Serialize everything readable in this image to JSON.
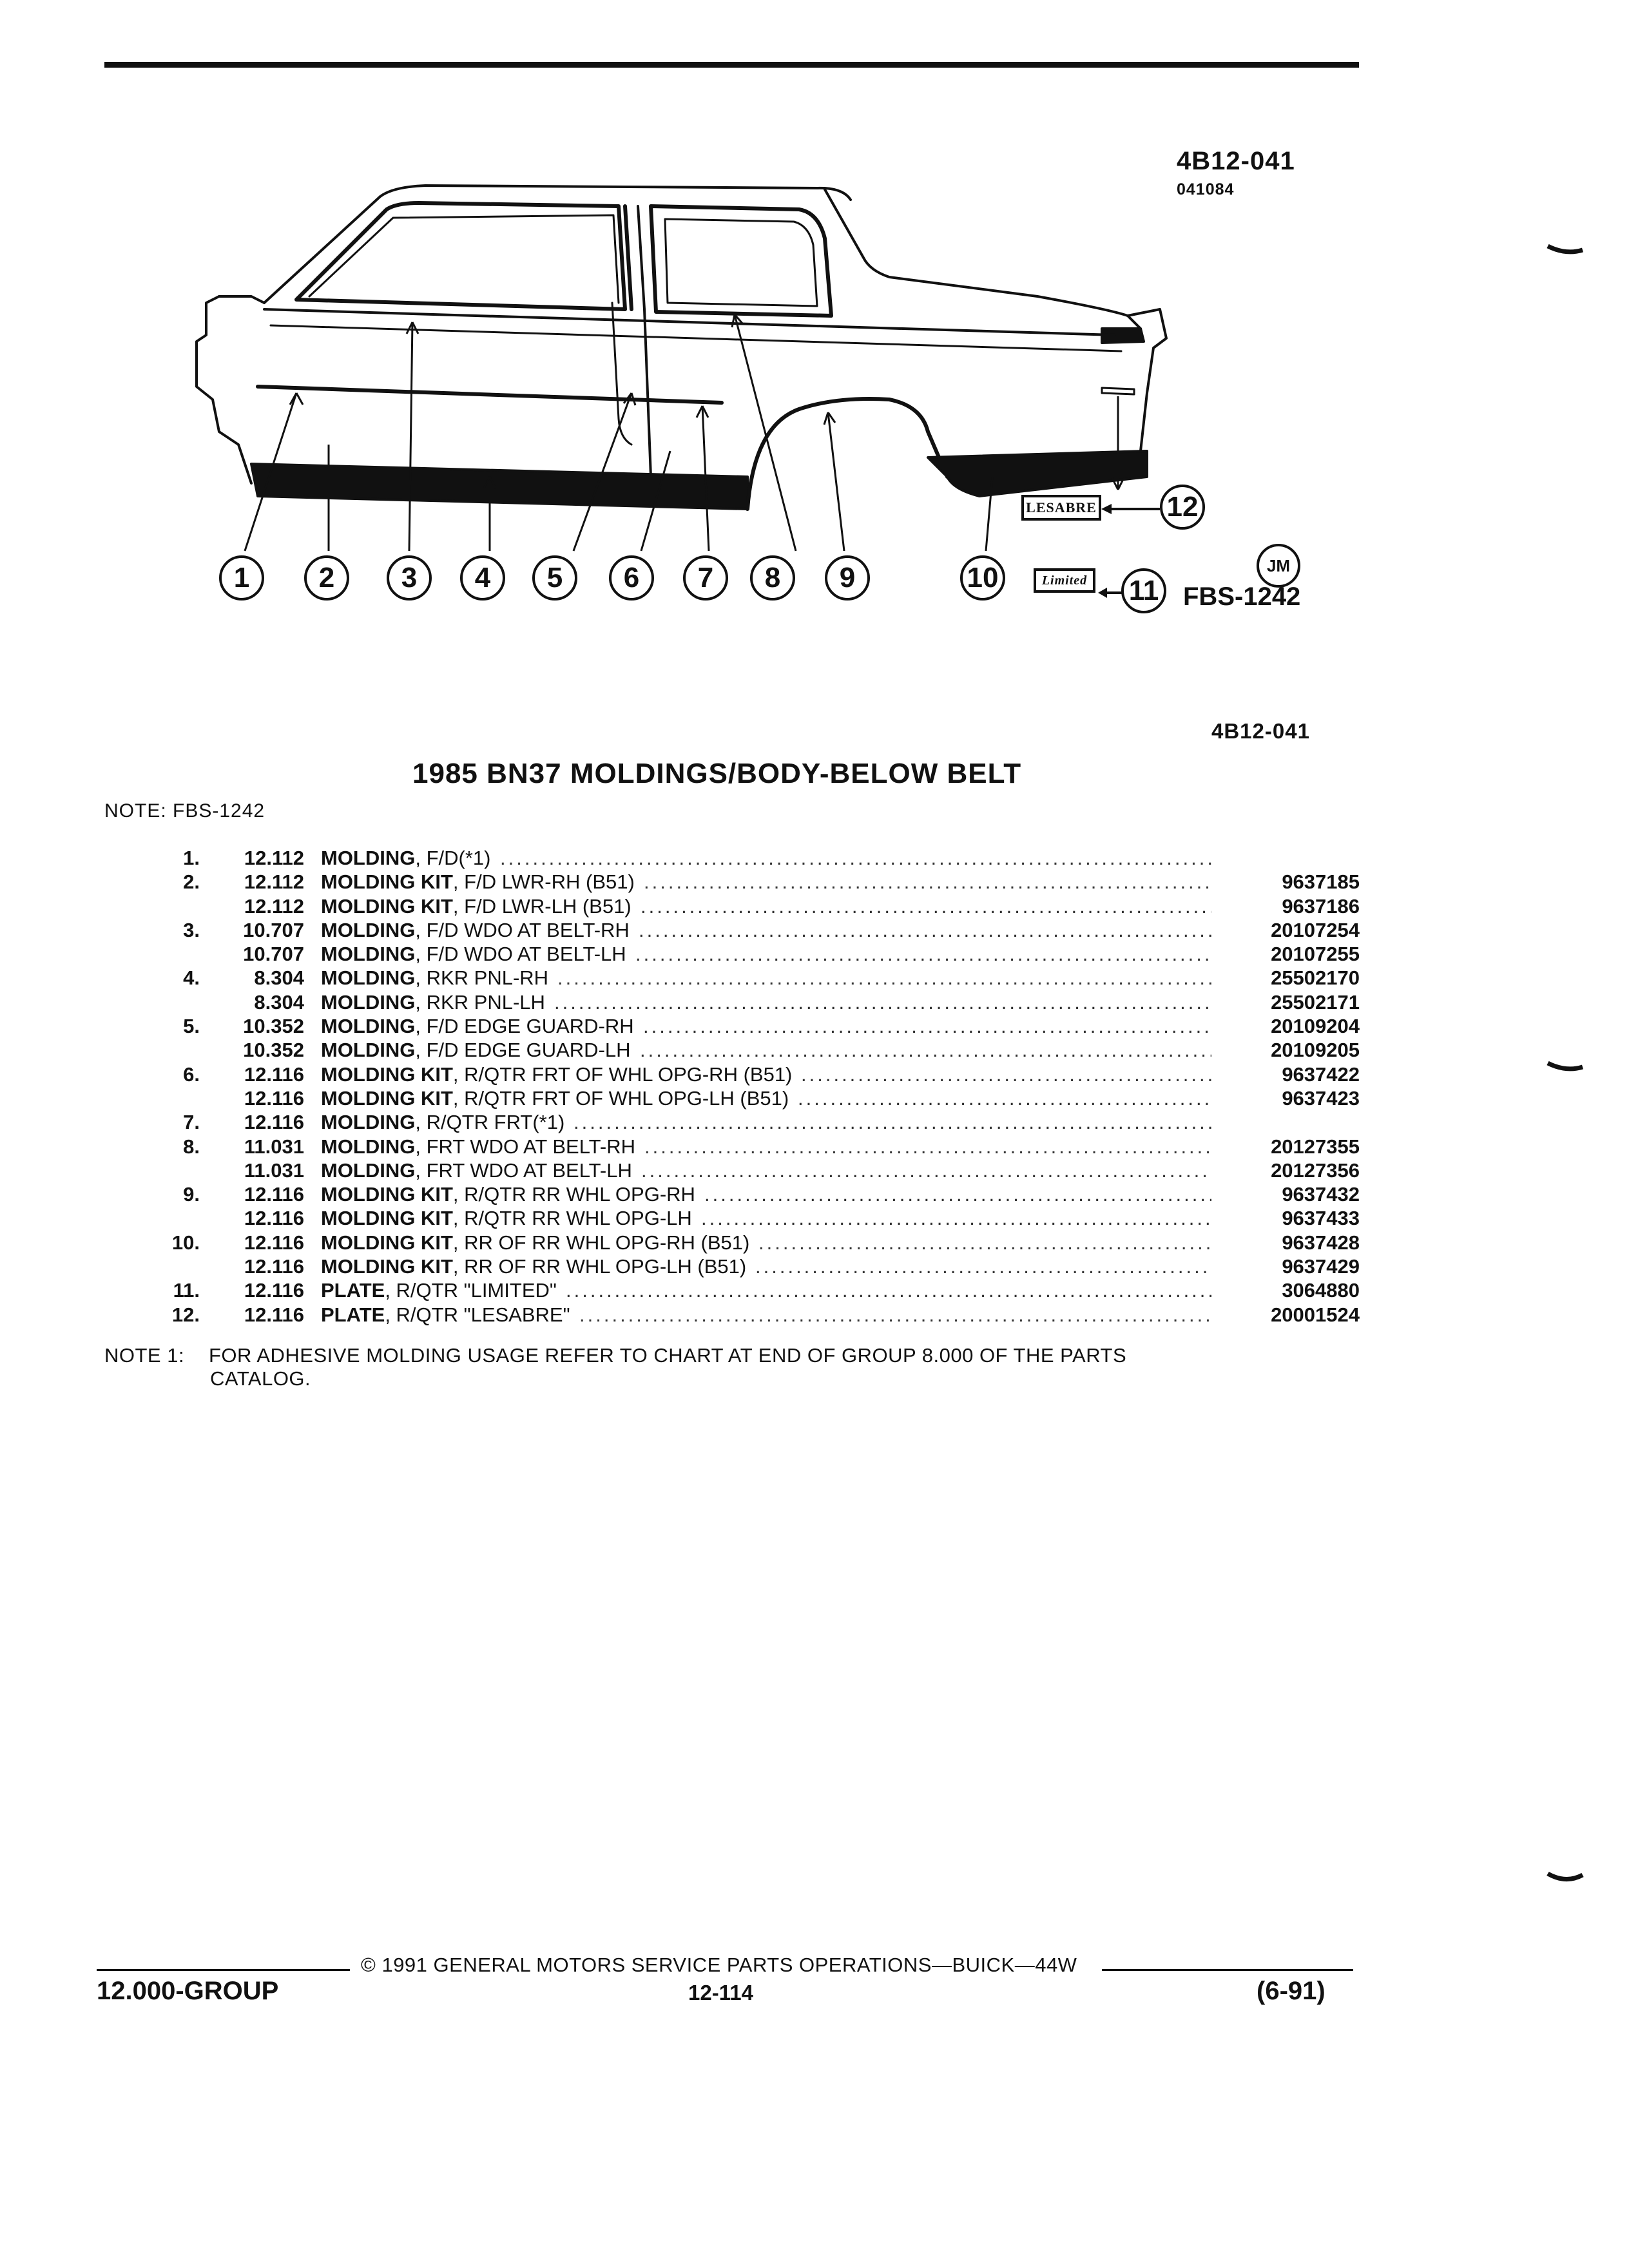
{
  "figure": {
    "code": "4B12-041",
    "date_code": "041084",
    "code_bottom": "4B12-041",
    "jm_mark": "JM",
    "fbs_label": "FBS-1242",
    "callouts": [
      "1",
      "2",
      "3",
      "4",
      "5",
      "6",
      "7",
      "8",
      "9",
      "10",
      "11",
      "12"
    ],
    "emblem_lesabre": "LESABRE",
    "emblem_limited": "Limited"
  },
  "title": "1985 BN37 MOLDINGS/BODY-BELOW BELT",
  "note": "NOTE:  FBS-1242",
  "parts": [
    {
      "num": "1.",
      "group": "12.112",
      "name": "MOLDING",
      "desc": ", F/D(*1)",
      "part": ""
    },
    {
      "num": "2.",
      "group": "12.112",
      "name": "MOLDING KIT",
      "desc": ", F/D LWR-RH (B51)",
      "part": "9637185"
    },
    {
      "num": "",
      "group": "12.112",
      "name": "MOLDING KIT",
      "desc": ", F/D LWR-LH (B51)",
      "part": "9637186"
    },
    {
      "num": "3.",
      "group": "10.707",
      "name": "MOLDING",
      "desc": ", F/D WDO AT BELT-RH",
      "part": "20107254"
    },
    {
      "num": "",
      "group": "10.707",
      "name": "MOLDING",
      "desc": ", F/D WDO AT BELT-LH",
      "part": "20107255"
    },
    {
      "num": "4.",
      "group": "8.304",
      "name": "MOLDING",
      "desc": ", RKR PNL-RH",
      "part": "25502170"
    },
    {
      "num": "",
      "group": "8.304",
      "name": "MOLDING",
      "desc": ", RKR PNL-LH",
      "part": "25502171"
    },
    {
      "num": "5.",
      "group": "10.352",
      "name": "MOLDING",
      "desc": ", F/D EDGE GUARD-RH",
      "part": "20109204"
    },
    {
      "num": "",
      "group": "10.352",
      "name": "MOLDING",
      "desc": ", F/D EDGE GUARD-LH",
      "part": "20109205"
    },
    {
      "num": "6.",
      "group": "12.116",
      "name": "MOLDING KIT",
      "desc": ", R/QTR FRT OF WHL OPG-RH (B51)",
      "part": "9637422"
    },
    {
      "num": "",
      "group": "12.116",
      "name": "MOLDING KIT",
      "desc": ", R/QTR FRT OF WHL OPG-LH (B51)",
      "part": "9637423"
    },
    {
      "num": "7.",
      "group": "12.116",
      "name": "MOLDING",
      "desc": ", R/QTR FRT(*1)",
      "part": ""
    },
    {
      "num": "8.",
      "group": "11.031",
      "name": "MOLDING",
      "desc": ", FRT WDO AT BELT-RH",
      "part": "20127355"
    },
    {
      "num": "",
      "group": "11.031",
      "name": "MOLDING",
      "desc": ", FRT WDO AT BELT-LH",
      "part": "20127356"
    },
    {
      "num": "9.",
      "group": "12.116",
      "name": "MOLDING KIT",
      "desc": ", R/QTR RR WHL OPG-RH",
      "part": "9637432"
    },
    {
      "num": "",
      "group": "12.116",
      "name": "MOLDING KIT",
      "desc": ", R/QTR RR WHL OPG-LH",
      "part": "9637433"
    },
    {
      "num": "10.",
      "group": "12.116",
      "name": "MOLDING KIT",
      "desc": ", RR OF RR WHL OPG-RH (B51)",
      "part": "9637428"
    },
    {
      "num": "",
      "group": "12.116",
      "name": "MOLDING KIT",
      "desc": ", RR OF RR WHL OPG-LH (B51)",
      "part": "9637429"
    },
    {
      "num": "11.",
      "group": "12.116",
      "name": "PLATE",
      "desc": ", R/QTR \"LIMITED\"",
      "part": "3064880"
    },
    {
      "num": "12.",
      "group": "12.116",
      "name": "PLATE",
      "desc": ", R/QTR \"LESABRE\"",
      "part": "20001524"
    }
  ],
  "footnote": {
    "label": "NOTE  1:",
    "line1": "FOR ADHESIVE MOLDING USAGE REFER TO CHART AT END OF GROUP 8.000 OF THE PARTS",
    "line2": "CATALOG."
  },
  "footer": {
    "copyright": "©  1991  GENERAL MOTORS SERVICE PARTS OPERATIONS—BUICK—44W",
    "group": "12.000-GROUP",
    "page": "12-114",
    "revision": "(6-91)"
  }
}
